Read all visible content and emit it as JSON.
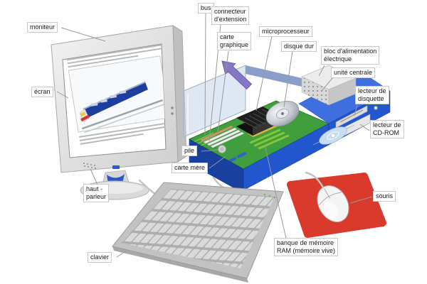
{
  "labels": {
    "moniteur": "moniteur",
    "ecran": "écran",
    "haut_parleur": "haut -\nparleur",
    "clavier": "clavier",
    "bus": "bus",
    "connecteur_extension": "connecteur\nd'extension",
    "carte_graphique": "carte\ngraphique",
    "microprocesseur": "microprocesseur",
    "disque_dur": "disque dur",
    "bloc_alimentation": "bloc d'alimentation\nélectrique",
    "unite_centrale": "unité centrale",
    "lecteur_disquette": "lecteur de\ndisquette",
    "lecteur_cdrom": "lecteur de\nCD-ROM",
    "souris": "souris",
    "pile": "pile",
    "carte_mere": "carte mère",
    "banque_ram": "banque de mémoire\nRAM (mémoire vive)"
  },
  "colors": {
    "case_blue": "#2256cf",
    "case_blue_light": "#3f6edf",
    "case_blue_dark": "#17409f",
    "motherboard_green": "#3f9f3f",
    "mousepad_red": "#d93a2b",
    "arrow_purple": "#8478c4",
    "ram_green": "#7ec83e",
    "heatsink_black": "#1e1e1e",
    "leader_line": "#999999",
    "label_border": "#c9c9c9"
  }
}
